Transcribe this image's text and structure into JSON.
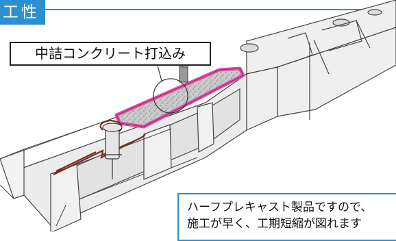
{
  "header": {
    "tag_label": "工性"
  },
  "callout": {
    "label": "中詰コンクリート打込み"
  },
  "note": {
    "line1": "ハーフプレキャスト製品ですので、",
    "line2": "施工が早く、工期短縮が図れます"
  },
  "colors": {
    "accent": "#2b8fd0",
    "concrete_highlight": "#e0479e",
    "rebar": "#7a2a1c"
  }
}
